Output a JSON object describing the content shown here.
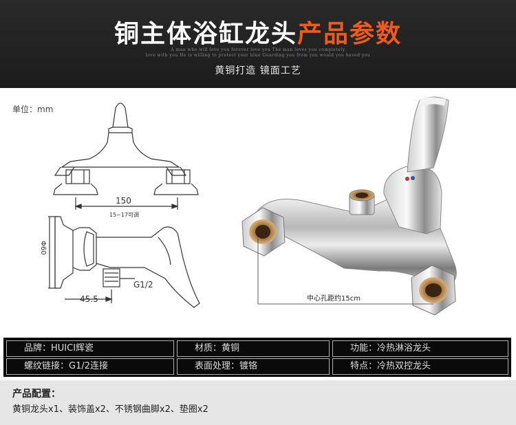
{
  "header": {
    "title_main": "铜主体浴缸龙头",
    "title_accent": "产品参数",
    "tagline_en_1": "A man who will love you forever love you The man loves you completely",
    "tagline_en_2": "love with you He is willing to protect your blue Guarding you from you would you haved you",
    "subtitle": "黄铜打造 镜面工艺"
  },
  "drawing": {
    "unit_label": "单位：mm",
    "dim_150": "150",
    "dim_adjust": "15~17可调",
    "dim_diameter": "Φ60",
    "dim_thread": "G1/2",
    "dim_455": "45.5",
    "center_distance": "中心孔距约15cm"
  },
  "specs": {
    "rows": [
      [
        "品牌：HUICI辉瓷",
        "材质：黄铜",
        "功能：冷热淋浴龙头"
      ],
      [
        "螺纹链接：G1/2连接",
        "表面处理：镀铬",
        "特点：冷热双控龙头"
      ]
    ]
  },
  "config": {
    "title": "产品配置：",
    "items": "黄铜龙头x1、装饰盖x2、不锈钢曲脚x2、垫圈x2"
  },
  "colors": {
    "accent": "#f05a1e",
    "header_bg": "#1c1c1c",
    "spec_bg": "#0a0a0a",
    "config_bg": "#e6e6e6"
  }
}
